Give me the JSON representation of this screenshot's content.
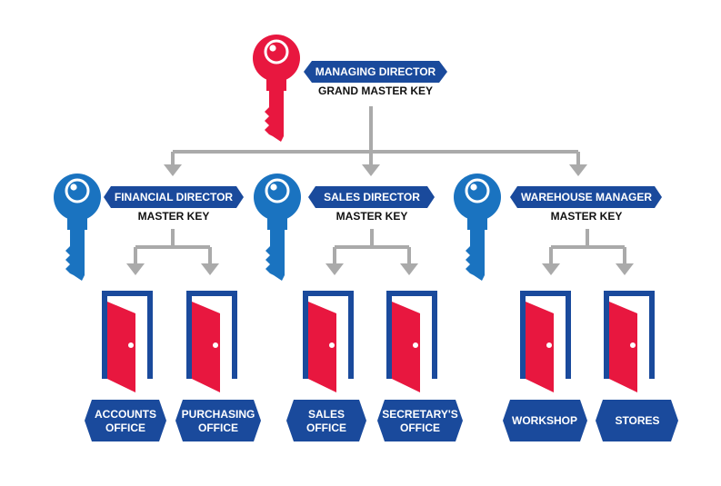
{
  "colors": {
    "navy": "#1a4a9c",
    "key_red": "#e8173f",
    "key_blue": "#1a73c0",
    "door_red": "#e8173f",
    "door_frame": "#1a4a9c",
    "connector": "#aaaaaa",
    "text_dark": "#111111",
    "text_light": "#ffffff"
  },
  "top": {
    "role": "MANAGING DIRECTOR",
    "key_type": "GRAND MASTER KEY",
    "icon": "red-key-icon"
  },
  "managers": [
    {
      "role": "FINANCIAL DIRECTOR",
      "key_type": "MASTER KEY",
      "icon": "blue-key-icon"
    },
    {
      "role": "SALES DIRECTOR",
      "key_type": "MASTER KEY",
      "icon": "blue-key-icon"
    },
    {
      "role": "WAREHOUSE MANAGER",
      "key_type": "MASTER KEY",
      "icon": "blue-key-icon"
    }
  ],
  "offices": [
    {
      "line1": "ACCOUNTS",
      "line2": "OFFICE",
      "icon": "open-door-icon"
    },
    {
      "line1": "PURCHASING",
      "line2": "OFFICE",
      "icon": "open-door-icon"
    },
    {
      "line1": "SALES",
      "line2": "OFFICE",
      "icon": "open-door-icon"
    },
    {
      "line1": "SECRETARY'S",
      "line2": "OFFICE",
      "icon": "open-door-icon"
    },
    {
      "line1": "WORKSHOP",
      "line2": "",
      "icon": "open-door-icon"
    },
    {
      "line1": "STORES",
      "line2": "",
      "icon": "open-door-icon"
    }
  ]
}
